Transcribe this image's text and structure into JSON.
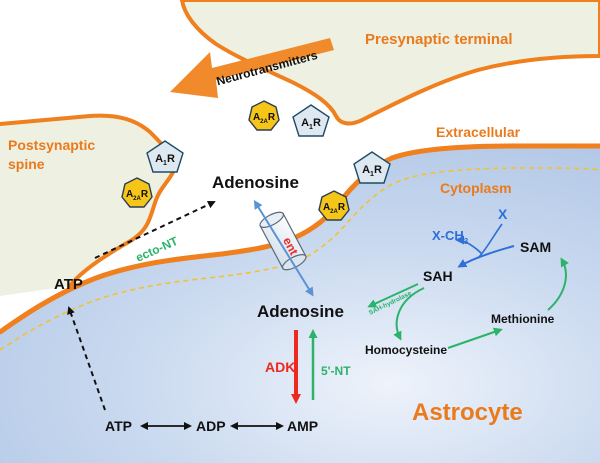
{
  "labels": {
    "presynaptic": "Presynaptic terminal",
    "neurotransmitters": "Neurotransmitters",
    "postsynaptic_line1": "Postsynaptic",
    "postsynaptic_line2": "spine",
    "extracellular": "Extracellular",
    "cytoplasm": "Cytoplasm",
    "astrocyte": "Astrocyte",
    "adenosine_extra": "Adenosine",
    "adenosine_intra": "Adenosine",
    "atp_extra": "ATP",
    "atp_intra": "ATP",
    "adp": "ADP",
    "amp": "AMP",
    "ecto_nt": "ecto-NT",
    "adk": "ADK",
    "five_nt": "5'-NT",
    "ent": "ent",
    "sah": "SAH",
    "sam": "SAM",
    "x_ch3": "X-CH",
    "x_ch3_sub": "3",
    "x": "X",
    "sah_hydrolase": "SAH-hydrolase",
    "methionine": "Methionine",
    "homocysteine": "Homocysteine"
  },
  "receptors": [
    {
      "id": "a1-post",
      "main": "A",
      "sub": "1",
      "tail": "R",
      "shape": "pentagon"
    },
    {
      "id": "a2a-post",
      "main": "A",
      "sub": "2A",
      "tail": "R",
      "shape": "heptagon"
    },
    {
      "id": "a2a-pre",
      "main": "A",
      "sub": "2A",
      "tail": "R",
      "shape": "heptagon"
    },
    {
      "id": "a1-pre",
      "main": "A",
      "sub": "1",
      "tail": "R",
      "shape": "pentagon"
    },
    {
      "id": "a1-astro",
      "main": "A",
      "sub": "1",
      "tail": "R",
      "shape": "pentagon"
    },
    {
      "id": "a2a-astro",
      "main": "A",
      "sub": "2A",
      "tail": "R",
      "shape": "heptagon"
    }
  ],
  "colors": {
    "membrane": "#f07f1e",
    "orange_text": "#ea7a1c",
    "astrocyte_fill": "#bfd2ec",
    "neuron_fill": "#eef0e2",
    "receptor_blue": "#dde8f0",
    "receptor_gold": "#f5c518",
    "green": "#2bb36a",
    "red": "#ee2a1f",
    "blue": "#2f6fd6",
    "black": "#111111"
  }
}
